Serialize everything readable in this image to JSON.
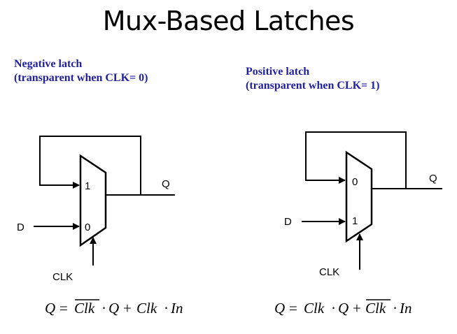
{
  "title": "Mux-Based Latches",
  "negative_latch": {
    "heading_line1": "Negative latch",
    "heading_line2": "(transparent when CLK= 0)",
    "mux_top_input": "1",
    "mux_bottom_input": "0",
    "output_label": "Q",
    "data_label": "D",
    "clock_label": "CLK",
    "equation": {
      "q": "Q",
      "eq": "=",
      "clk_bar": "Clk",
      "dot1": "·",
      "q2": "Q",
      "plus": "+",
      "clk": "Clk",
      "dot2": "·",
      "in": "In"
    }
  },
  "positive_latch": {
    "heading_line1": "Positive latch",
    "heading_line2": "(transparent when CLK= 1)",
    "mux_top_input": "0",
    "mux_bottom_input": "1",
    "output_label": "Q",
    "data_label": "D",
    "clock_label": "CLK",
    "equation": {
      "q": "Q",
      "eq": "=",
      "clk": "Clk",
      "dot1": "·",
      "q2": "Q",
      "plus": "+",
      "clk_bar": "Clk",
      "dot2": "·",
      "in": "In"
    }
  },
  "colors": {
    "heading": "#1f1fa0",
    "line": "#000000"
  }
}
